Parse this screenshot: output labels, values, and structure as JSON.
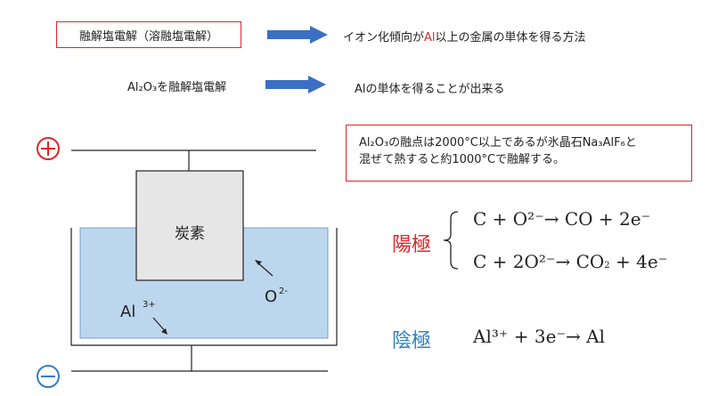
{
  "top": {
    "box_label": "融解塩電解（溶融塩電解）",
    "desc_prefix": "イオン化傾向が",
    "desc_highlight": "Al",
    "desc_suffix": "以上の金属の単体を得る方法"
  },
  "row2": {
    "left_label": "Al₂O₃を融解塩電解",
    "right_label": "Alの単体を得ることが出来る"
  },
  "note": {
    "line1": "Al₂O₃の融点は2000°C以上であるが氷晶石Na₃AlF₆と",
    "line2": "混ぜて熱すると約1000°Cで融解する。"
  },
  "diagram": {
    "plus_symbol": "+",
    "minus_symbol": "−",
    "electrode_label": "炭素",
    "ion_o": "O",
    "ion_o_charge": "2-",
    "ion_al": "Al",
    "ion_al_charge": "3+"
  },
  "reactions": {
    "anode_label": "陽極",
    "anode_eq1": {
      "lhs": "C + O²⁻→ CO + 2e⁻"
    },
    "anode_eq2": {
      "part1": "C + 2O²⁻→ CO",
      "sub": "2",
      "part2": " + 4e⁻"
    },
    "cathode_label": "陰極",
    "cathode_eq": "Al³⁺ + 3e⁻→ Al"
  },
  "colors": {
    "red": "#e0252a",
    "arrow_blue": "#3a6fc4",
    "electrolyte": "#bcd6ee",
    "electrode": "#e6e6e6",
    "cathode_text": "#2f7fc4"
  }
}
